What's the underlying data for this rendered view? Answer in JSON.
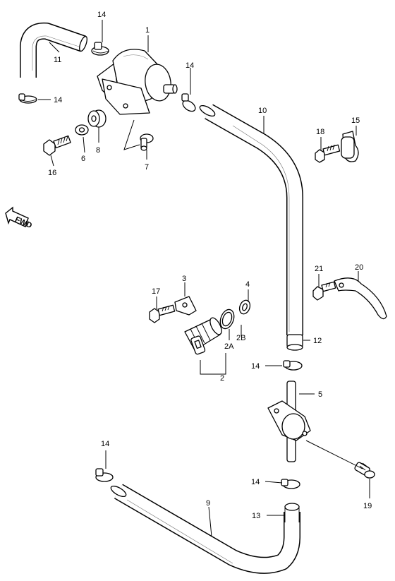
{
  "diagram": {
    "callouts": {
      "c1": "1",
      "c2": "2",
      "c2a": "2A",
      "c2b": "2B",
      "c3": "3",
      "c4": "4",
      "c5": "5",
      "c6": "6",
      "c7": "7",
      "c8": "8",
      "c9": "9",
      "c10": "10",
      "c11": "11",
      "c12": "12",
      "c13": "13",
      "c14": "14",
      "c15": "15",
      "c16": "16",
      "c17": "17",
      "c18": "18",
      "c19": "19",
      "c20": "20",
      "c21": "21"
    },
    "fwd_badge": "FWD"
  }
}
